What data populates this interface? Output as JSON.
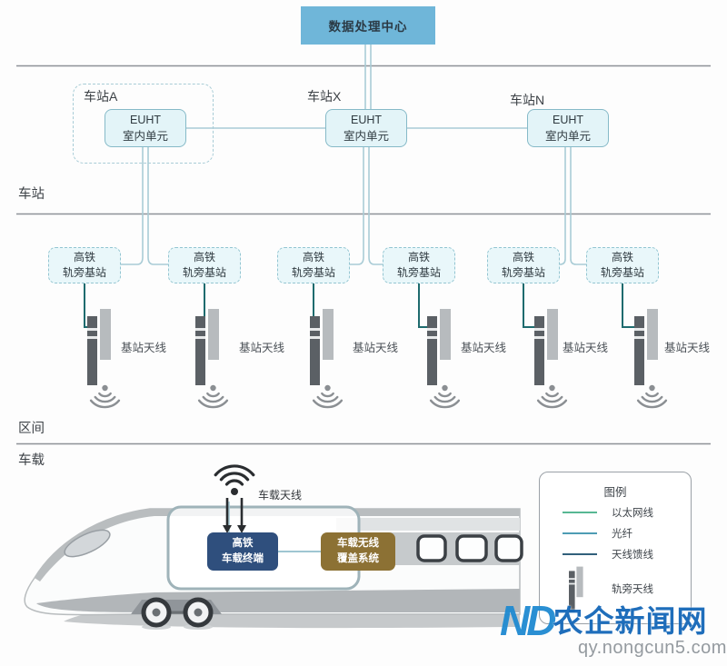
{
  "data_center": {
    "label": "数据处理中心"
  },
  "stations": {
    "names": [
      "车站A",
      "车站X",
      "车站N"
    ],
    "euht": {
      "line1": "EUHT",
      "line2": "室内单元"
    }
  },
  "section_labels": {
    "station": "车站",
    "interval": "区间",
    "onboard": "车载"
  },
  "base_station": {
    "line1": "高铁",
    "line2": "轨旁基站"
  },
  "antenna_label": "基站天线",
  "train": {
    "antenna_label": "车载天线",
    "terminal": {
      "line1": "高铁",
      "line2": "车载终端"
    },
    "coverage": {
      "line1": "车载无线",
      "line2": "覆盖系统"
    }
  },
  "legend": {
    "title": "图例",
    "items": [
      {
        "label": "以太网线",
        "color": "#57b793"
      },
      {
        "label": "光纤",
        "color": "#4d9cb4"
      },
      {
        "label": "天线馈线",
        "color": "#31607b"
      },
      {
        "label": "轨旁天线"
      }
    ]
  },
  "watermark": {
    "logo": "ND",
    "site": "农企新闻网",
    "url": "qy.nongcun5.com"
  },
  "colors": {
    "data_center_fill": "#6fb6d9",
    "euht_fill": "#e3f4f8",
    "base_station_fill": "#e9f7fa",
    "connection_line": "#a9ccd6",
    "feeder_line": "#1e6b6e",
    "terminal_fill": "#2f4f7d",
    "coverage_fill": "#8c7134"
  }
}
